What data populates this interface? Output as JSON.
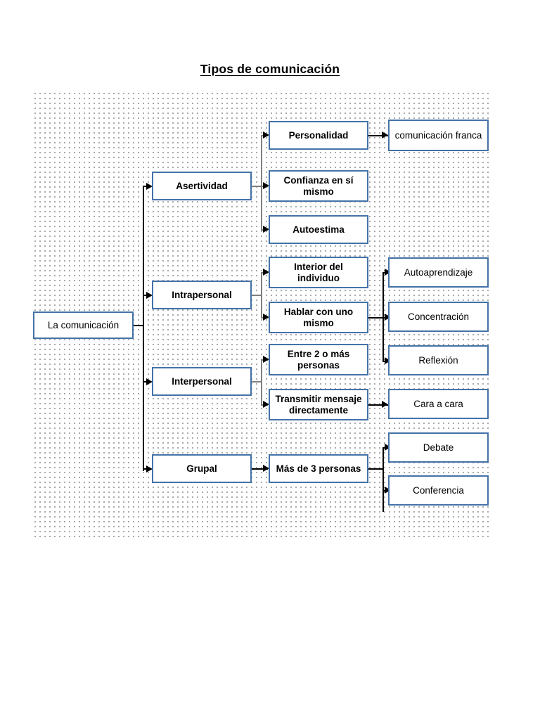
{
  "document": {
    "title": "Tipos de comunicación",
    "type": "diagram",
    "diagram_kind": "tree-flowchart",
    "orientation": "left-to-right"
  },
  "colors": {
    "node_border": "#4472a8",
    "node_fill": "#ffffff",
    "text": "#000000",
    "connector_black": "#000000",
    "connector_gray": "#7f7f7f",
    "canvas_dot": "#9a9a9a",
    "page_background": "#ffffff"
  },
  "nodes": {
    "root": {
      "label": "La comunicación"
    },
    "level2": [
      {
        "id": "asertividad",
        "label": "Asertividad"
      },
      {
        "id": "intrapersonal",
        "label": "Intrapersonal"
      },
      {
        "id": "interpersonal",
        "label": "Interpersonal"
      },
      {
        "id": "grupal",
        "label": "Grupal"
      }
    ],
    "level3": [
      {
        "id": "personalidad",
        "label": "Personalidad",
        "parent": "asertividad"
      },
      {
        "id": "confianza",
        "label": "Confianza en sí mismo",
        "parent": "asertividad"
      },
      {
        "id": "autoestima",
        "label": "Autoestima",
        "parent": "asertividad"
      },
      {
        "id": "interior",
        "label": "Interior del individuo",
        "parent": "intrapersonal"
      },
      {
        "id": "hablar",
        "label": "Hablar con uno mismo",
        "parent": "intrapersonal"
      },
      {
        "id": "entre2",
        "label": "Entre 2 o más personas",
        "parent": "interpersonal"
      },
      {
        "id": "transmitir",
        "label": "Transmitir mensaje directamente",
        "parent": "interpersonal"
      },
      {
        "id": "masde3",
        "label": "Más de 3 personas",
        "parent": "grupal"
      }
    ],
    "level4": [
      {
        "id": "franca",
        "label": "comunicación franca",
        "parent": "personalidad"
      },
      {
        "id": "autoaprendizaje",
        "label": "Autoaprendizaje",
        "parent": "hablar"
      },
      {
        "id": "concentracion",
        "label": "Concentración",
        "parent": "hablar"
      },
      {
        "id": "reflexion",
        "label": "Reflexión",
        "parent": "hablar"
      },
      {
        "id": "caraacara",
        "label": "Cara a cara",
        "parent": "transmitir"
      },
      {
        "id": "debate",
        "label": "Debate",
        "parent": "masde3"
      },
      {
        "id": "conferencia",
        "label": "Conferencia",
        "parent": "masde3"
      }
    ]
  }
}
